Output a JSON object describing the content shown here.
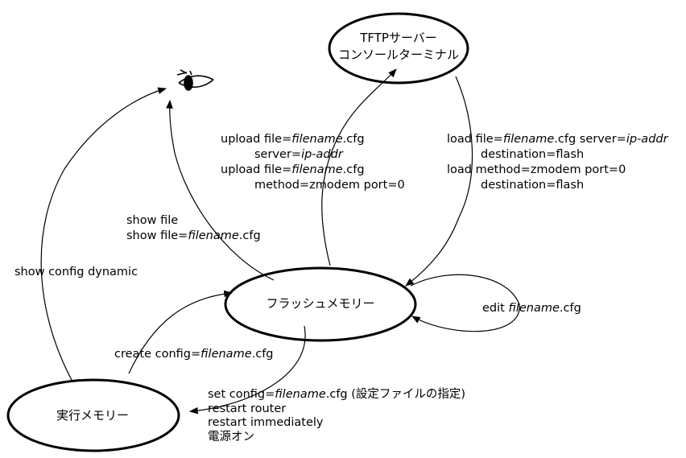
{
  "nodes": {
    "tftp": {
      "line1": "TFTPサーバー",
      "line2": "コンソールターミナル"
    },
    "flash": {
      "label": "フラッシュメモリー"
    },
    "running": {
      "label": "実行メモリー"
    }
  },
  "edges": {
    "upload": [
      {
        "prefix": "upload file=",
        "em": "filename",
        "suffix": ".cfg"
      },
      {
        "prefix": "server=",
        "em": "ip-addr",
        "suffix": ""
      },
      {
        "prefix": "upload file=",
        "em": "filename",
        "suffix": ".cfg"
      },
      {
        "prefix": "method=zmodem port=0",
        "em": "",
        "suffix": ""
      }
    ],
    "load": [
      {
        "prefix": "load file=",
        "em": "filename",
        "suffix": ".cfg server=",
        "em2": "ip-addr"
      },
      {
        "prefix": "destination=flash"
      },
      {
        "prefix": "load method=zmodem port=0"
      },
      {
        "prefix": "destination=flash"
      }
    ],
    "show_file": [
      {
        "prefix": "show file"
      },
      {
        "prefix": "show file=",
        "em": "filename",
        "suffix": ".cfg"
      }
    ],
    "show_config": "show config dynamic",
    "edit": {
      "prefix": "edit ",
      "em": "filename",
      "suffix": ".cfg"
    },
    "create": {
      "prefix": "create config=",
      "em": "filename",
      "suffix": ".cfg"
    },
    "set_config": [
      {
        "prefix": "set config=",
        "em": "filename",
        "suffix": ".cfg (設定ファイルの指定)"
      },
      {
        "prefix": "restart router"
      },
      {
        "prefix": "restart immediately"
      },
      {
        "prefix": "電源オン"
      }
    ]
  }
}
